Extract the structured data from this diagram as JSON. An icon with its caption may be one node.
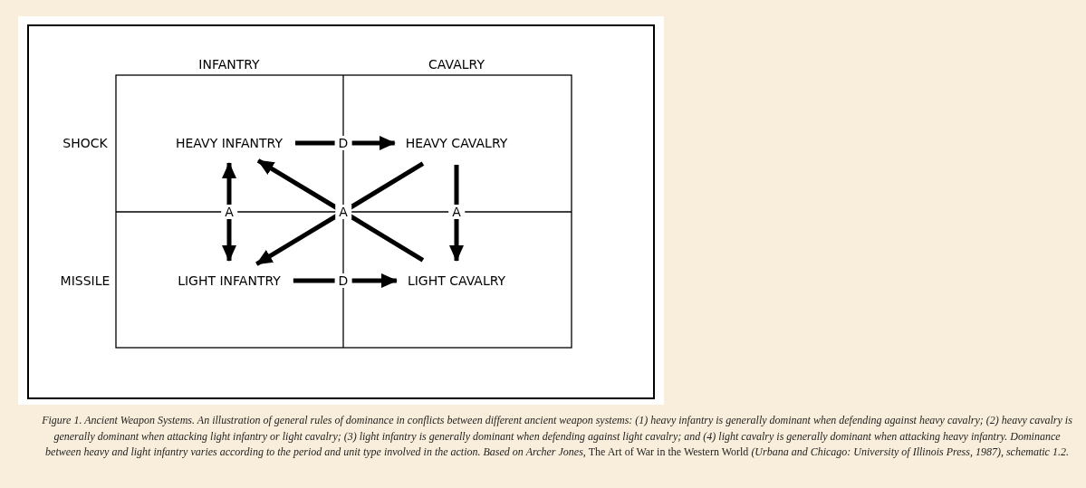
{
  "diagram": {
    "caption": "*Figure 1.  Ancient Weapon Systems. An illustration of general rules of dominance in conflicts between different ancient weapon systems: (1) heavy infantry is generally dominant when defending against heavy cavalry; (2) heavy cavalry is generally dominant when attacking light infantry or light cavalry; (3) light infantry is generally dominant when defending against light cavalry; and (4) light cavalry is generally dominant when attacking heavy infantry. Dominance between heavy and light infantry varies according to the period and unit type involved in the action. Based on Archer Jones,* The Art of War in the Western World *(Urbana and Chicago: University of Illinois Press, 1987), schematic 1.2.*",
    "nodes": [
      {
        "text": [
          "HEAVY INFANTRY"
        ]
      },
      {
        "text": [
          "HEAVY CAVALRY"
        ]
      },
      {
        "text": [
          "LIGHT INFANTRY"
        ]
      },
      {
        "text": [
          "LIGHT CAVALRY"
        ]
      }
    ],
    "edges": [
      {
        "from": 0,
        "to": 1,
        "arrow": "to",
        "label": "D"
      },
      {
        "from": 2,
        "to": 3,
        "arrow": "to",
        "label": "D"
      },
      {
        "from": 0,
        "to": 2,
        "arrow": "both",
        "label": "A"
      },
      {
        "from": 1,
        "to": 3,
        "arrow": "to",
        "label": "A"
      },
      {
        "from": 1,
        "to": 2,
        "arrow": "to",
        "label": "A"
      },
      {
        "from": 3,
        "to": 0,
        "arrow": "to"
      }
    ],
    "labels": [
      "INFANTRY",
      "CAVALRY",
      "SHOCK",
      "MISSILE"
    ]
  }
}
